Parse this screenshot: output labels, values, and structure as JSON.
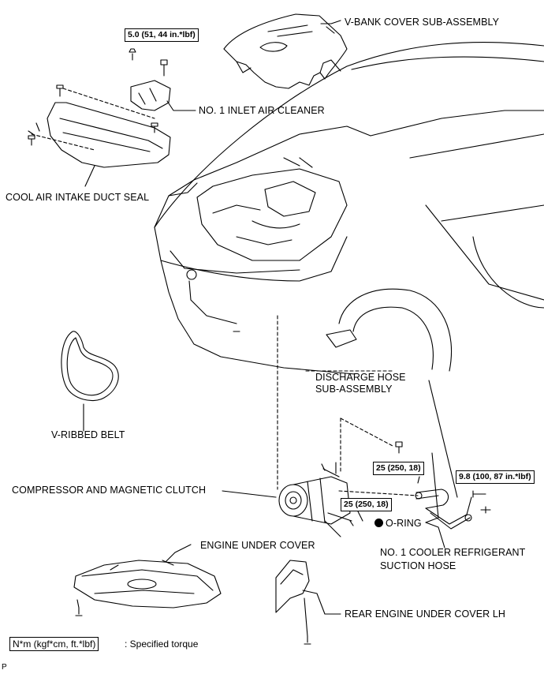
{
  "labels": {
    "v_bank_cover": "V-BANK COVER SUB-ASSEMBLY",
    "inlet_air_cleaner": "NO. 1 INLET AIR CLEANER",
    "cool_air_duct_seal": "COOL AIR INTAKE DUCT SEAL",
    "v_ribbed_belt": "V-RIBBED BELT",
    "discharge_hose_line1": "DISCHARGE HOSE",
    "discharge_hose_line2": "SUB-ASSEMBLY",
    "compressor": "COMPRESSOR AND MAGNETIC CLUTCH",
    "o_ring": "O-RING",
    "suction_hose_line1": "NO. 1 COOLER REFRIGERANT",
    "suction_hose_line2": "SUCTION HOSE",
    "engine_under_cover": "ENGINE UNDER COVER",
    "rear_under_cover": "REAR ENGINE UNDER COVER LH"
  },
  "torques": {
    "inlet": "5.0 (51, 44 in.*lbf)",
    "compressor_upper": "25 (250, 18)",
    "compressor_lower": "25 (250, 18)",
    "hose_bolt": "9.8 (100, 87 in.*lbf)"
  },
  "legend": {
    "box": "N*m (kgf*cm, ft.*lbf)",
    "text": ": Specified torque"
  },
  "figure_mark": "P"
}
